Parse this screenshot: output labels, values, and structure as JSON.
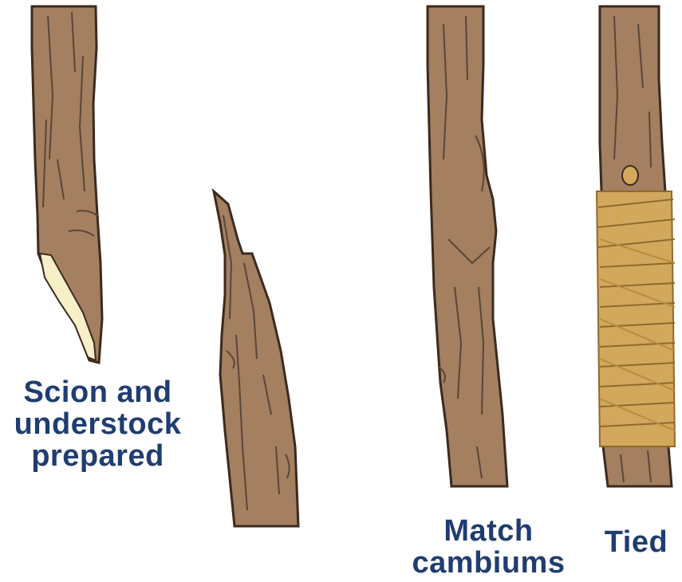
{
  "captions": {
    "scion_prepared": [
      "Scion and",
      "understock",
      "prepared"
    ],
    "match_cambiums": [
      "Match",
      "cambiums"
    ],
    "tied": [
      "Tied"
    ]
  },
  "colors": {
    "bark": "#a47f60",
    "bark_dark": "#5b4636",
    "cut_wood": "#f6efc8",
    "tie": "#d2a85c",
    "tie_dark": "#8f6a2c",
    "caption": "#1f3d70"
  }
}
